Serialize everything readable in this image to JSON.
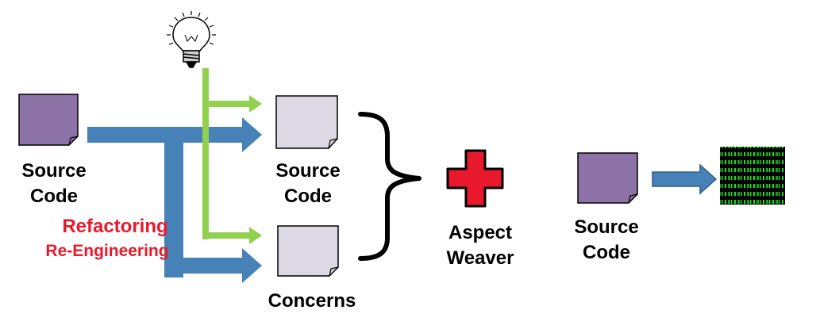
{
  "diagram": {
    "source_input_label": "Source\nCode",
    "refactoring_label": "Refactoring",
    "reengineering_label": "Re-Engineering",
    "source_middle_label": "Source\nCode",
    "concerns_label": "Concerns",
    "weaver_label": "Aspect\nWeaver",
    "source_output_label": "Source\nCode"
  },
  "colors": {
    "doc_purple": "#8c72a6",
    "doc_light": "#dcd8e4",
    "blue_arrow": "#4682b8",
    "green_arrow": "#92d050",
    "red_label": "#e8192c",
    "plus_red": "#e8192c",
    "matrix_green": "#19e619"
  },
  "icons": [
    "lightbulb-icon",
    "red-plus-icon",
    "binary-code-icon"
  ]
}
